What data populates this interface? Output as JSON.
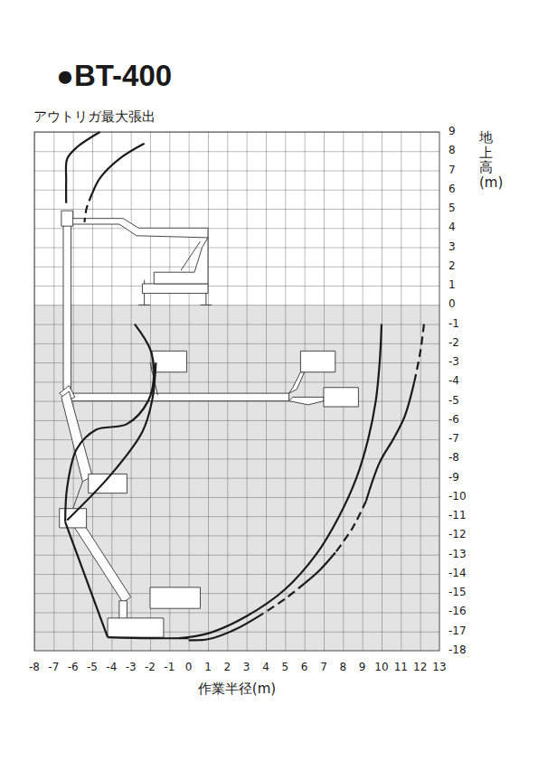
{
  "diagram": {
    "title": "●BT-400",
    "labels": [
      "アウトリガ最大張出",
      "地上高(m)",
      "作業半径(m)",
      "9",
      "8",
      "7",
      "6",
      "5",
      "4",
      "3",
      "2",
      "1",
      "0",
      "-1",
      "-2",
      "-3",
      "-4",
      "-5",
      "-6",
      "-7",
      "-8",
      "-9",
      "-10",
      "-11",
      "-12",
      "-13",
      "-14",
      "-15",
      "-16",
      "-17",
      "-18",
      "-8",
      "-7",
      "-6",
      "-5",
      "-4",
      "-3",
      "-2",
      "-1",
      "0",
      "1",
      "2",
      "3",
      "4",
      "5",
      "6",
      "7",
      "8",
      "9",
      "10",
      "11",
      "12",
      "13"
    ]
  }
}
